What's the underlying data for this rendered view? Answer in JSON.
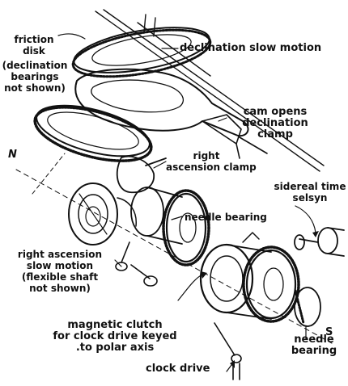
{
  "labels": {
    "friction_disk": [
      "friction",
      "disk"
    ],
    "declination_bearings": [
      "(declination",
      "bearings",
      "not shown)"
    ],
    "declination_slow_motion": "declination slow motion",
    "cam_opens": [
      "cam opens",
      "declination",
      "clamp"
    ],
    "axis_n": "N",
    "right_ascension_clamp": [
      "right",
      "ascension clamp"
    ],
    "sidereal_time_selsyn": [
      "sidereal time",
      "selsyn"
    ],
    "needle_bearing_top": "needle bearing",
    "right_ascension_slow_motion": [
      "right ascension",
      "slow motion",
      "(flexible shaft",
      "not shown)"
    ],
    "magnetic_clutch": [
      "magnetic clutch",
      "for clock drive keyed",
      ".to polar axis"
    ],
    "axis_s": "S",
    "needle_bearing_bottom": [
      "needle",
      "bearing"
    ],
    "clock_drive": "clock drive"
  },
  "colors": {
    "ink": "#111111",
    "paper": "#ffffff"
  }
}
